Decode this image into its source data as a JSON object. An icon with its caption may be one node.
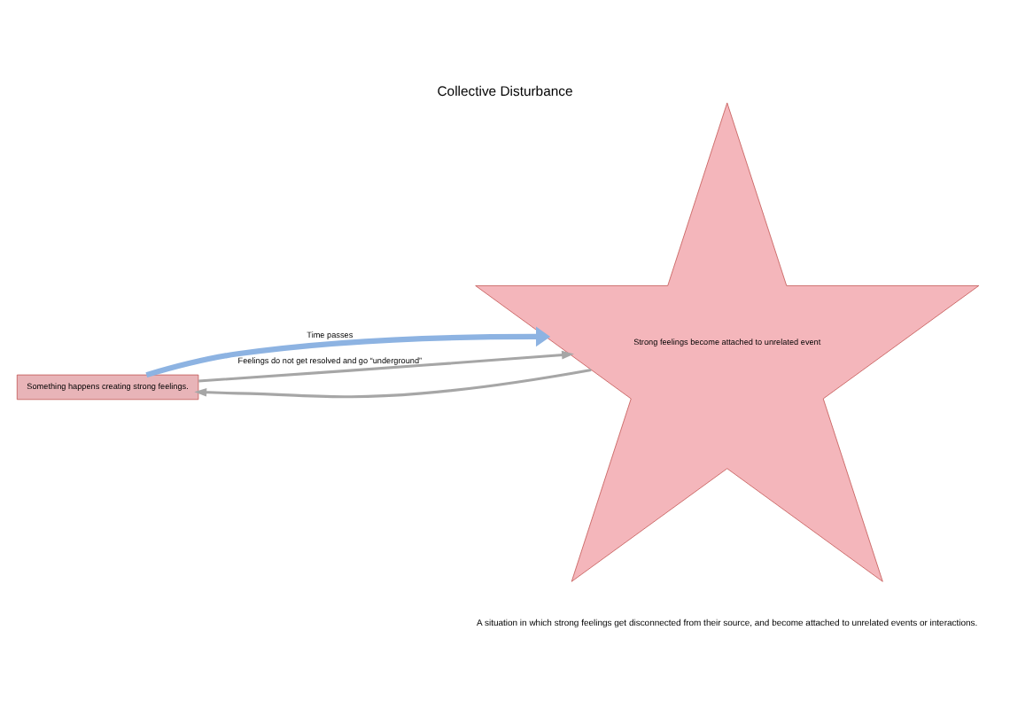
{
  "diagram": {
    "title": "Collective Disturbance",
    "caption": "A situation in which strong feelings get disconnected from their source, and become attached to unrelated events or interactions.",
    "nodes": [
      {
        "text": [
          "Something happens creating strong feelings."
        ]
      },
      {
        "text": [
          "Strong feelings become attached to unrelated event"
        ]
      }
    ],
    "edges": [
      {
        "from": 0,
        "to": 1,
        "arrow": "to",
        "label": "Time passes",
        "style": "thick",
        "color": "#8db3e2"
      },
      {
        "from": 1,
        "to": 0,
        "arrow": "to"
      },
      {
        "from": 0,
        "to": 1,
        "arrow": "to",
        "label": "Feelings do not get resolved and go “underground”"
      }
    ]
  }
}
